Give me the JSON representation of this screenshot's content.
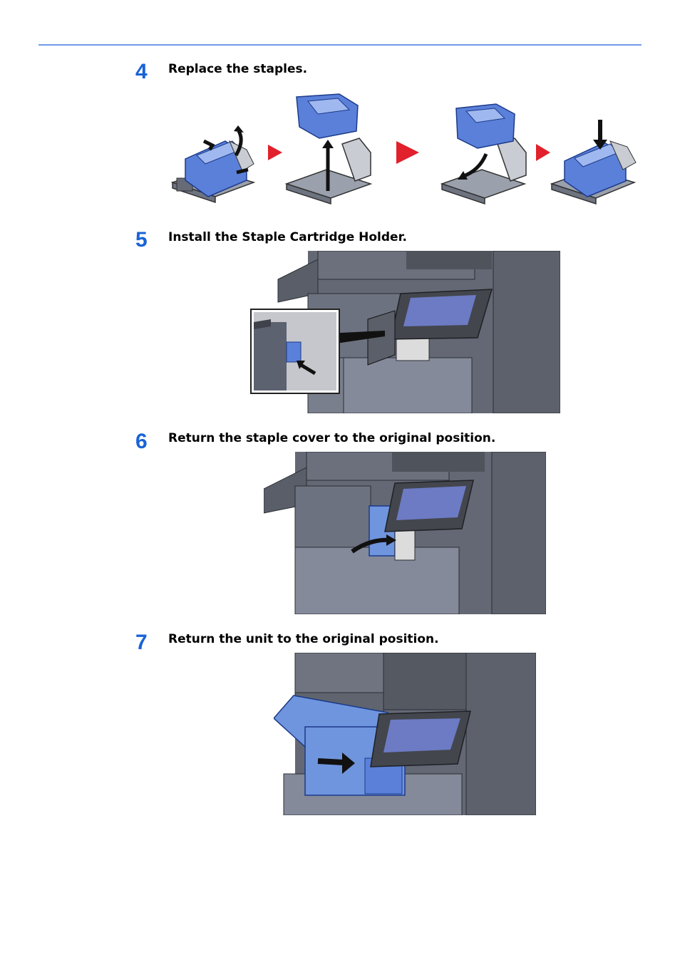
{
  "colors": {
    "rule": "#6f9be8",
    "step_number": "#1a63d6",
    "machine_dark": "#5e6470",
    "machine_light": "#8d93a3",
    "highlight_blue": "#6f95de",
    "arrow_red": "#e1212b"
  },
  "steps": [
    {
      "number": "4",
      "text": "Replace the staples."
    },
    {
      "number": "5",
      "text": "Install the Staple Cartridge Holder."
    },
    {
      "number": "6",
      "text": "Return the staple cover to the original position."
    },
    {
      "number": "7",
      "text": "Return the unit to the original position."
    }
  ]
}
